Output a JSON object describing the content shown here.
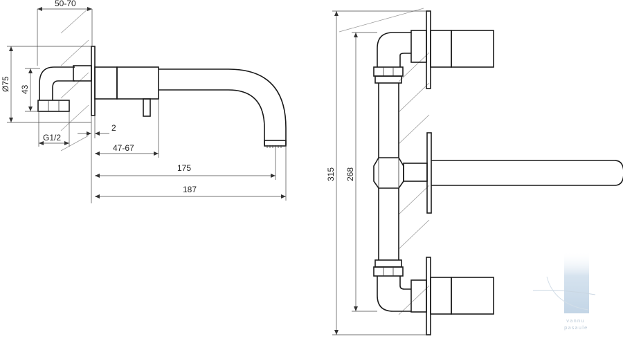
{
  "side_view": {
    "dims": {
      "wall_depth": "50-70",
      "rosette_diameter": "Ø75",
      "height": "43",
      "thread": "G1/2",
      "gap": "2",
      "lever_offset": "47-67",
      "spout_reach": "175",
      "total_length": "187"
    }
  },
  "front_view": {
    "dims": {
      "total_height": "315",
      "spacing": "268"
    }
  },
  "watermark": {
    "line1": "vannu",
    "line2": "pasaule",
    "colors": {
      "accent": "#c9d9ea",
      "light": "#e8eff6"
    }
  }
}
